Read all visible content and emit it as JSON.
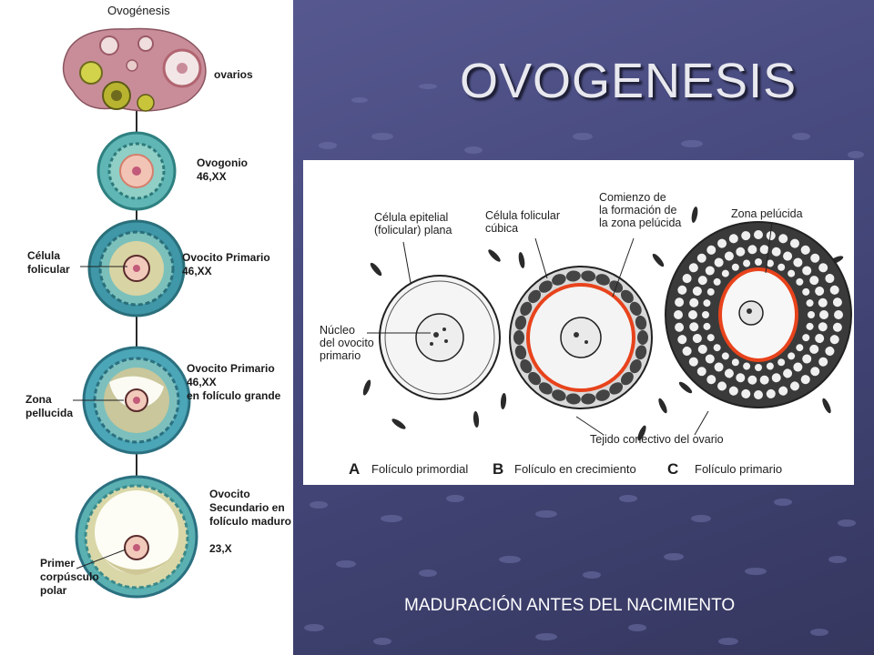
{
  "slide": {
    "title": "OVOGENESIS",
    "subtitle": "MADURACIÓN ANTES DEL NACIMIENTO"
  },
  "left_panel": {
    "heading": "Ovogénesis",
    "stages": [
      {
        "label": "ovarios"
      },
      {
        "label": "Ovogonio\n46,XX"
      },
      {
        "label": "Ovocito Primario\n46,XX",
        "side_label": "Célula\nfolicular"
      },
      {
        "label": "Ovocito Primario\n46,XX\nen folículo grande",
        "side_label": "Zona\npellucida"
      },
      {
        "label": "Ovocito\nSecundario en\nfolículo maduro\n\n23,X",
        "side_label": "Primer\ncorpúsculo\npolar"
      }
    ]
  },
  "figure": {
    "labels": {
      "epithelial": "Célula epitelial\n(folicular) plana",
      "cuboidal": "Célula folicular\ncúbica",
      "zona_start": "Comienzo de\nla formación de\nla zona pelúcida",
      "zona": "Zona pelúcida",
      "nucleus": "Núcleo\ndel ovocito\nprimario",
      "connective": "Tejido conectivo del ovario"
    },
    "captions": [
      {
        "letter": "A",
        "text": "Folículo primordial"
      },
      {
        "letter": "B",
        "text": "Folículo en crecimiento"
      },
      {
        "letter": "C",
        "text": "Folículo primario"
      }
    ],
    "colors": {
      "zona_pellucida": "#e8431c",
      "cell_dark": "#3a3a3a"
    }
  }
}
